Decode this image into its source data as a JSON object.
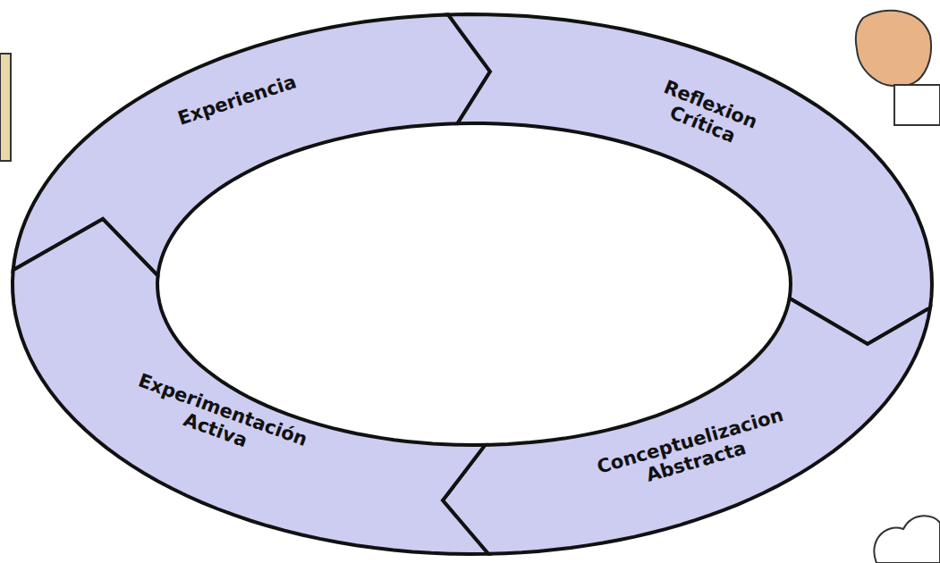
{
  "diagram": {
    "nodes": [
      {
        "text": [
          "Experiencia"
        ]
      },
      {
        "text": [
          "Reflexion Crítica"
        ]
      },
      {
        "text": [
          "Conceptuelizacion Abstracta"
        ]
      },
      {
        "text": [
          "Experimentación Activa"
        ]
      }
    ]
  }
}
